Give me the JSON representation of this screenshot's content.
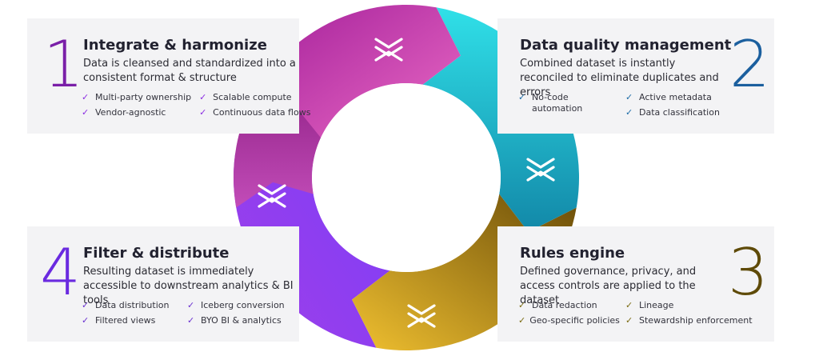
{
  "colors": {
    "stage1": "#c034b4",
    "stage2": "#14b8c8",
    "stage3": "#c0901c",
    "stage4": "#9a3cf0",
    "check1": "#8a2be2",
    "check2": "#1b6aa6",
    "check3": "#7a6a10",
    "check4": "#6a30d0",
    "num1": "#7a1fa8",
    "num2": "#1b5f9e",
    "num3": "#5e4a08",
    "num4": "#6a2ae0"
  },
  "icon": "chevron-cross-icon",
  "stages": [
    {
      "number": "1",
      "title": "Integrate & harmonize",
      "description": "Data is cleansed and standardized into a consistent format & structure",
      "checks": [
        "Multi-party ownership",
        "Scalable compute",
        "Vendor-agnostic",
        "Continuous data flows"
      ]
    },
    {
      "number": "2",
      "title": "Data quality management",
      "description": "Combined dataset is instantly reconciled to eliminate duplicates and errors",
      "checks": [
        "No-code automation",
        "Active metadata",
        "Data classification"
      ]
    },
    {
      "number": "3",
      "title": "Rules engine",
      "description": "Defined governance, privacy, and access controls are applied to the dataset",
      "checks": [
        "Data redaction",
        "Lineage",
        "Geo-specific policies",
        "Stewardship enforcement"
      ]
    },
    {
      "number": "4",
      "title": "Filter & distribute",
      "description": "Resulting dataset is immediately accessible to downstream analytics & BI tools",
      "checks": [
        "Data distribution",
        "Iceberg conversion",
        "Filtered views",
        "BYO BI & analytics"
      ]
    }
  ]
}
